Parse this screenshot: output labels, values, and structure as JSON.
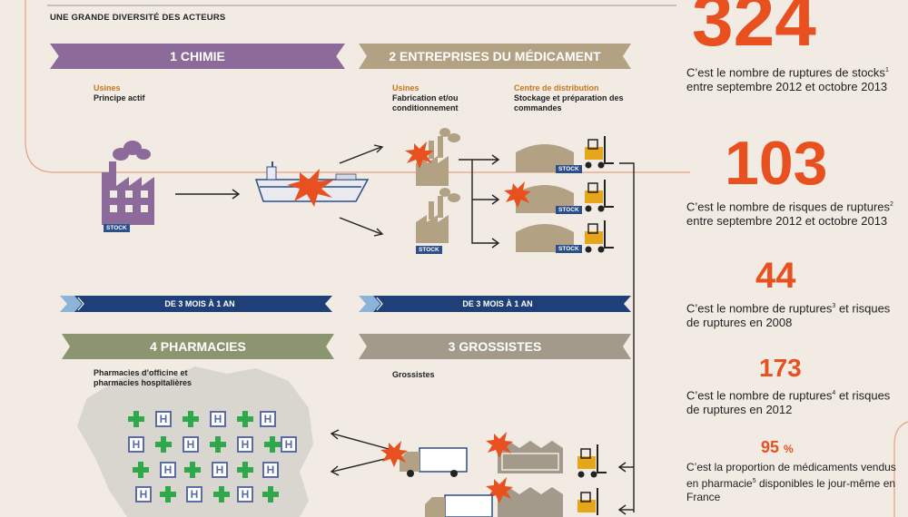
{
  "header": {
    "subtitle": "UNE GRANDE DIVERSITÉ DES ACTEURS"
  },
  "sections": {
    "chimie": {
      "title": "1 CHIMIE",
      "usines_head": "Usines",
      "usines_body": "Principe actif"
    },
    "entreprises": {
      "title": "2 ENTREPRISES DU MÉDICAMENT",
      "usines_head": "Usines",
      "usines_body": "Fabrication et/ou conditionnement",
      "distrib_head": "Centre de distribution",
      "distrib_body": "Stockage et préparation des commandes"
    },
    "pharmacies": {
      "title": "4 PHARMACIES",
      "body": "Pharmacies d’officine et pharmacies hospitalières"
    },
    "grossistes": {
      "title": "3 GROSSISTES",
      "body": "Grossistes"
    }
  },
  "timelines": {
    "left": "DE 3 MOIS À 1 AN",
    "right": "DE 3 MOIS À 1 AN"
  },
  "stock_label": "STOCK",
  "stats": [
    {
      "value": "324",
      "text_a": "C’est le nombre de ruptures de stocks",
      "sup": "1",
      "text_b": " entre septembre 2012 et octobre 2013"
    },
    {
      "value": "103",
      "text_a": "C’est le nombre de risques de ruptures",
      "sup": "2",
      "text_b": " entre septembre 2012 et octobre 2013"
    },
    {
      "value": "44",
      "text_a": "C’est le nombre de ruptures",
      "sup": "3",
      "text_b": " et risques de ruptures en 2008"
    },
    {
      "value": "173",
      "text_a": "C’est le nombre de ruptures",
      "sup": "4",
      "text_b": " et risques de ruptures en 2012"
    },
    {
      "value": "95",
      "unit": "%",
      "text_a": "C’est la proportion de médicaments vendus en pharmacie",
      "sup": "5",
      "text_b": " disponibles le jour-même en France"
    }
  ],
  "colors": {
    "purple": "#8c6a9a",
    "tan": "#b3a183",
    "green": "#8b9671",
    "taupe": "#a39a8b",
    "orange": "#e8501f",
    "navy": "#1e3f78",
    "cross": "#2ea84a",
    "hospital": "#5b6aa8"
  }
}
